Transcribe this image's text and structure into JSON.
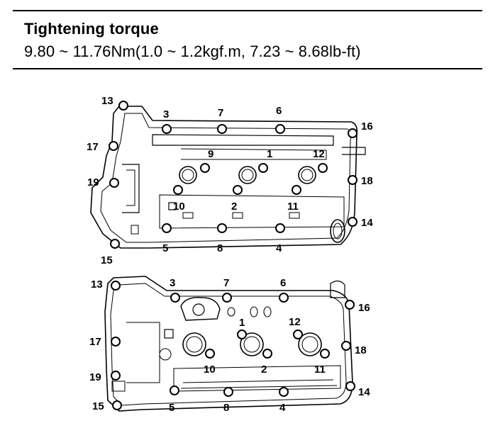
{
  "spec": {
    "title": "Tightening torque",
    "value": "9.80 ~ 11.76Nm(1.0 ~ 1.2kgf.m, 7.23 ~ 8.68lb-ft)"
  },
  "diagrams": [
    {
      "id": "upper-cover",
      "bolt_labels": [
        "13",
        "3",
        "7",
        "6",
        "16",
        "17",
        "9",
        "1",
        "12",
        "19",
        "18",
        "10",
        "2",
        "11",
        "14",
        "5",
        "8",
        "4",
        "15"
      ]
    },
    {
      "id": "lower-cover",
      "bolt_labels": [
        "13",
        "3",
        "7",
        "6",
        "16",
        "1",
        "12",
        "17",
        "18",
        "10",
        "2",
        "11",
        "19",
        "14",
        "15",
        "5",
        "8",
        "4"
      ]
    }
  ]
}
